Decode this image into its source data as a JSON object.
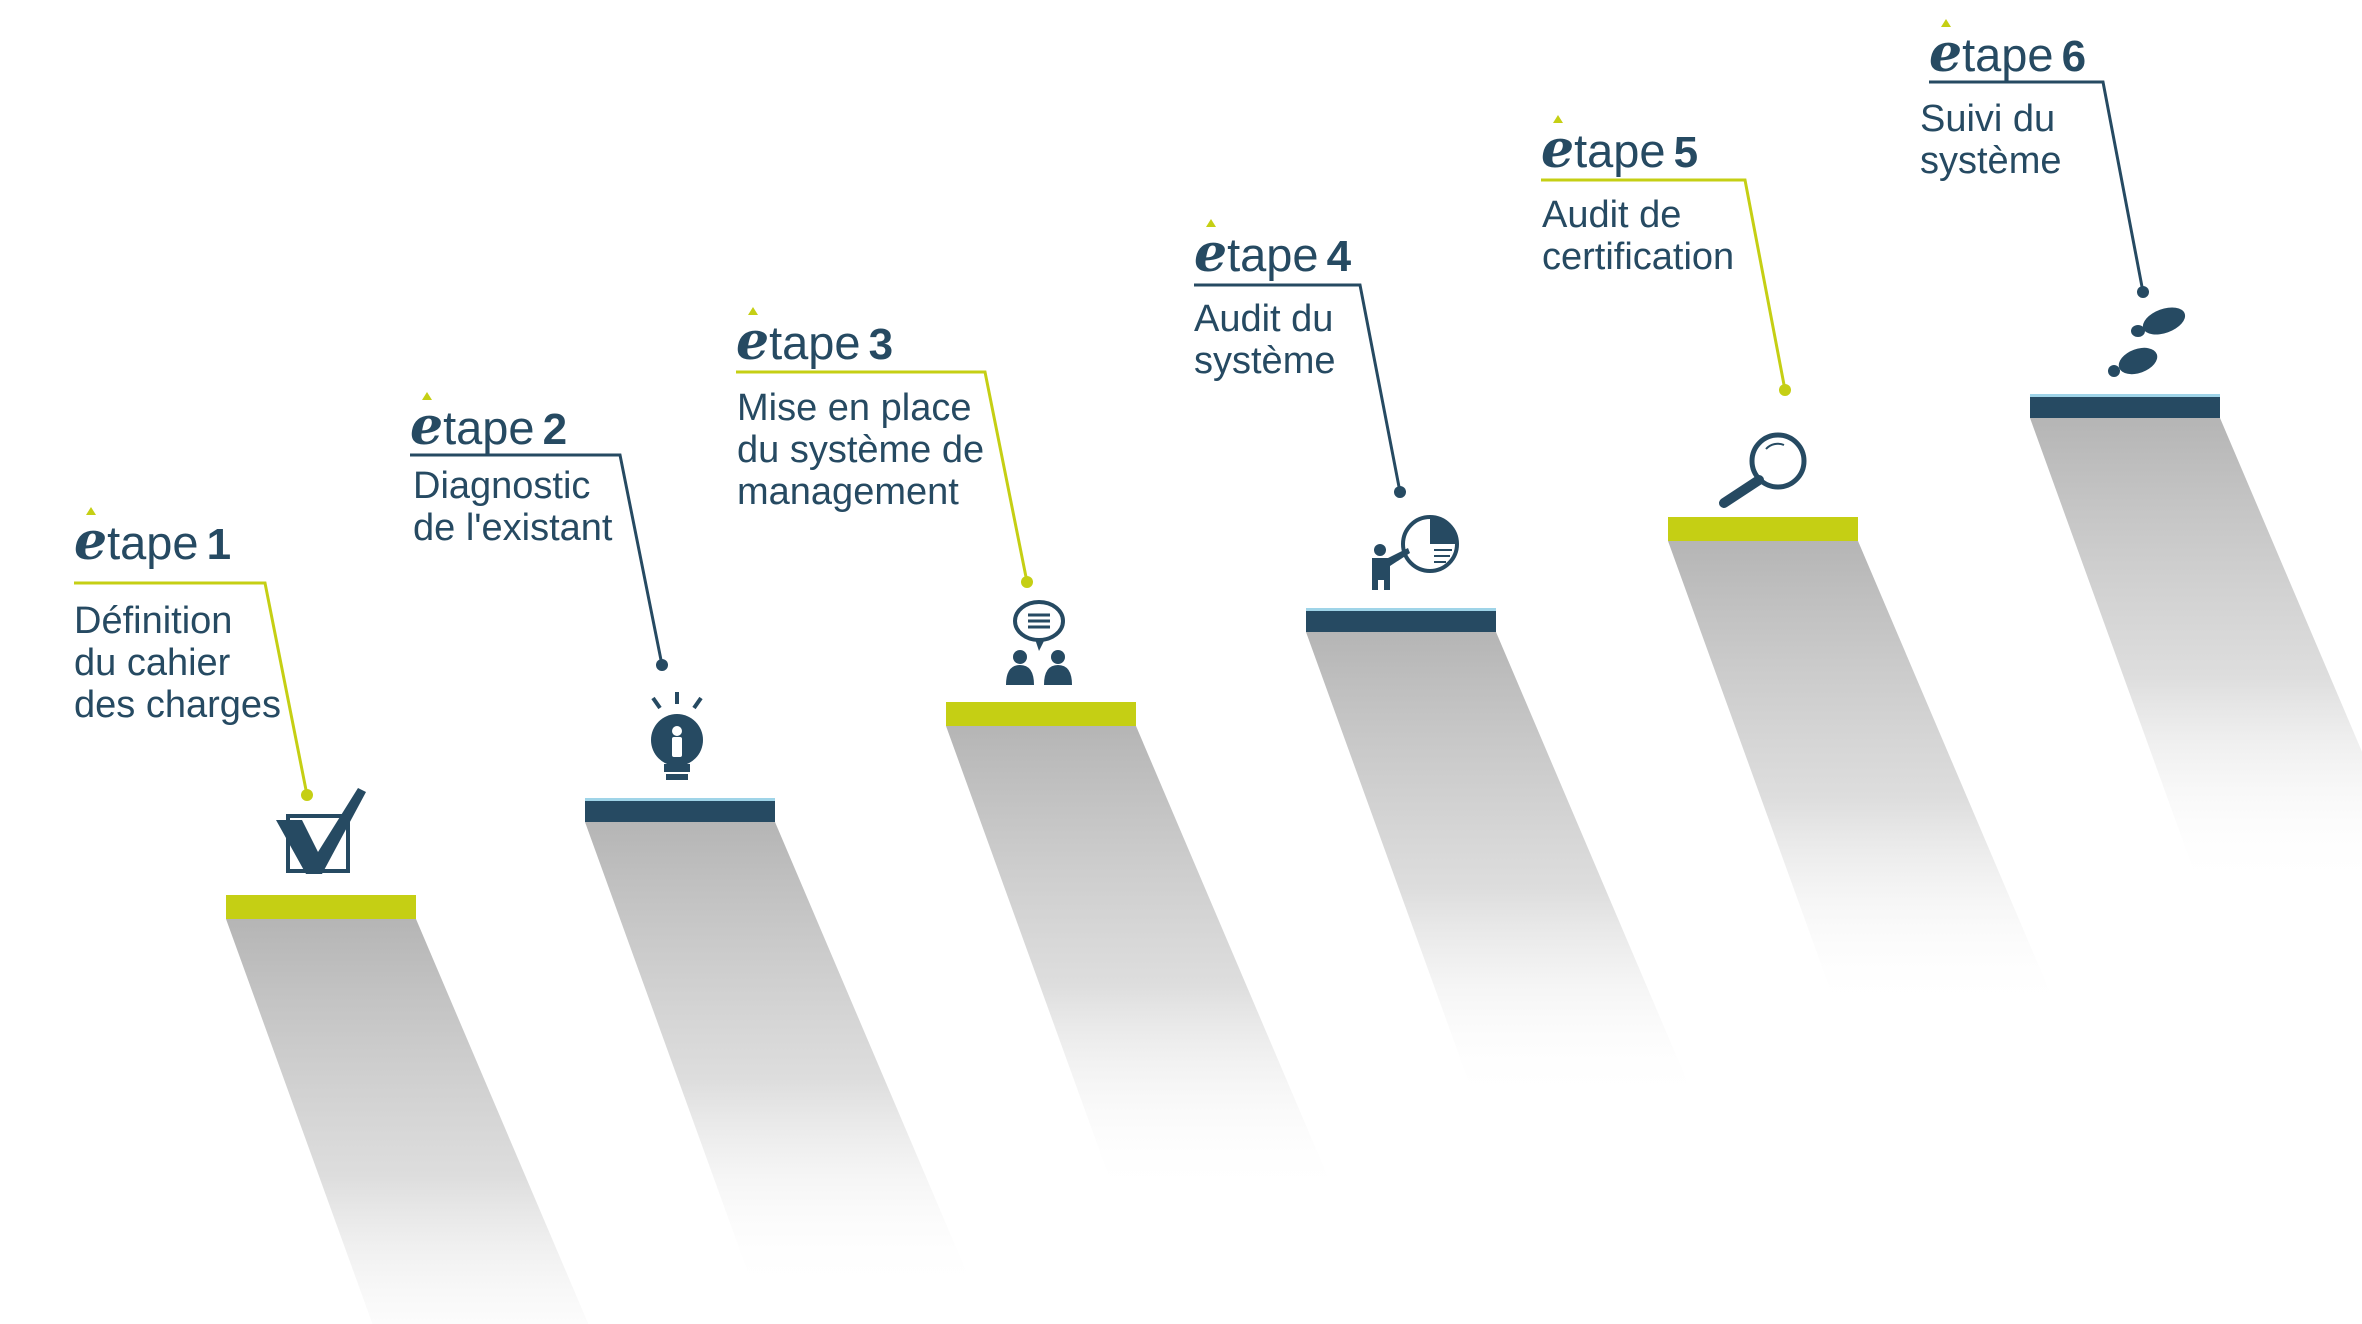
{
  "colors": {
    "navy": "#264a62",
    "lime": "#c5cf14",
    "shadow": "#b5b5b5"
  },
  "steps": [
    {
      "word": "tape",
      "number": "1",
      "lines": [
        "Définition",
        "du cahier",
        "des charges"
      ],
      "accent": "lime",
      "icon": "checkbox-icon"
    },
    {
      "word": "tape",
      "number": "2",
      "lines": [
        "Diagnostic",
        "de l'existant"
      ],
      "accent": "navy",
      "icon": "lightbulb-icon"
    },
    {
      "word": "tape",
      "number": "3",
      "lines": [
        "Mise en place",
        "du système de",
        "management"
      ],
      "accent": "lime",
      "icon": "discussion-icon"
    },
    {
      "word": "tape",
      "number": "4",
      "lines": [
        "Audit du",
        "système"
      ],
      "accent": "navy",
      "icon": "presentation-icon"
    },
    {
      "word": "tape",
      "number": "5",
      "lines": [
        "Audit de",
        "certification"
      ],
      "accent": "lime",
      "icon": "magnifier-icon"
    },
    {
      "word": "tape",
      "number": "6",
      "lines": [
        "Suivi du",
        "système"
      ],
      "accent": "navy",
      "icon": "footsteps-icon"
    }
  ]
}
